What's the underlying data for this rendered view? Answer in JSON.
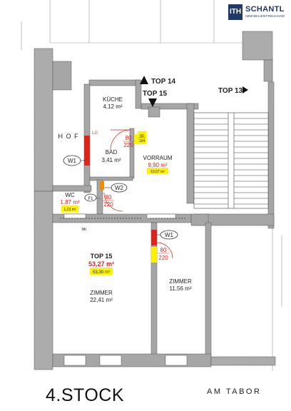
{
  "logo": {
    "mark": "ITH",
    "name": "SCHANTL",
    "tagline": "IMMOBILIENTREUHAND"
  },
  "rooms": {
    "kueche": {
      "name": "KÜCHE",
      "area": "4,12 m²"
    },
    "bad": {
      "name": "BAD",
      "area": "3,41 m²"
    },
    "vorraum": {
      "name": "VORRAUM",
      "area": "9,90 m²",
      "area_alt": "10,57 m²"
    },
    "wc": {
      "name": "WC",
      "area": "1,87 m²",
      "area_alt": "1,23 m²"
    },
    "zimmer1": {
      "name": "ZIMMER",
      "area": "22,41 m²"
    },
    "zimmer2": {
      "name": "ZIMMER",
      "area": "11,56 m²"
    },
    "hof": {
      "name": "H O F"
    }
  },
  "unit": {
    "name": "TOP 15",
    "area": "53,27 m²",
    "area_alt": "53,30 m²"
  },
  "neighbors": {
    "top14": "TOP 14",
    "top15": "TOP 15",
    "top13": "TOP 13"
  },
  "tags": {
    "w1_hof": "W1",
    "w2": "W2",
    "f1": "F1",
    "w1_zimmer": "W1",
    "lu": "LÜ",
    "nk": "NK"
  },
  "dims": {
    "bad_door_w": "80",
    "bad_door_h": "220",
    "bad_win_w": "60",
    "bad_win_h": "194",
    "wc_door_w": "80",
    "wc_door_h": "220",
    "zimmer_door_w": "80",
    "zimmer_door_h": "220"
  },
  "floor_label": "4.STOCK",
  "street": "AM TABOR",
  "colors": {
    "wall": "#a6a6a6",
    "door": "#d9251c",
    "window": "#fff200",
    "brand": "#1d3a6b"
  }
}
